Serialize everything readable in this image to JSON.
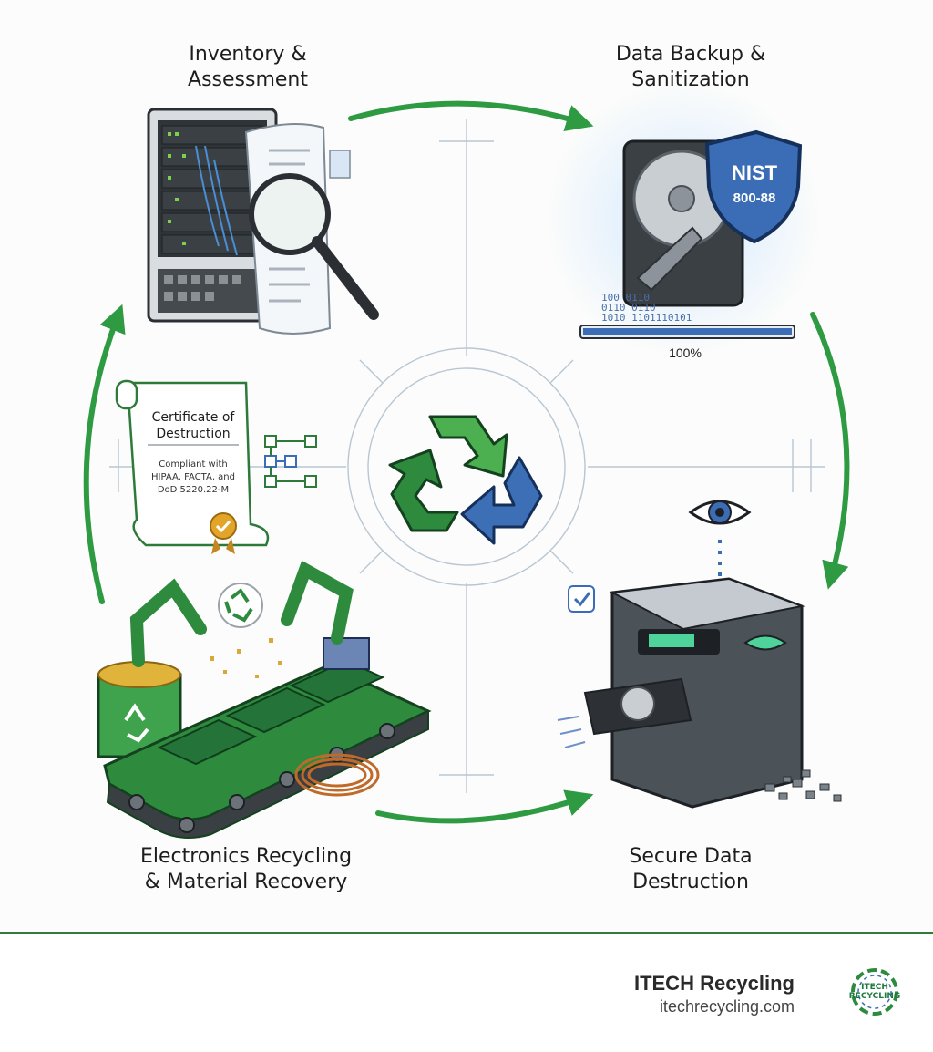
{
  "steps": [
    {
      "line1": "Inventory &",
      "line2": "Assessment"
    },
    {
      "line1": "Data Backup &",
      "line2": "Sanitization"
    },
    {
      "line1": "Secure Data",
      "line2": "Destruction"
    },
    {
      "line1": "Electronics Recycling",
      "line2": "& Material Recovery"
    }
  ],
  "shield_text": {
    "line1": "NIST",
    "line2": "800-88"
  },
  "progress": {
    "value": 1.0,
    "label": "100%"
  },
  "binary": {
    "line1": "100      0110",
    "line2": "0110     0110",
    "line3": "1010 1101110101"
  },
  "certificate": {
    "title_line1": "Certificate of",
    "title_line2": "Destruction",
    "body_line1": "Compliant with",
    "body_line2": "HIPAA, FACTA, and",
    "body_line3": "DoD 5220.22-M"
  },
  "brand": {
    "name": "ITECH Recycling",
    "url": "itechrecycling.com",
    "logo_line1": "ITECH",
    "logo_line2": "RECYCLING"
  },
  "colors": {
    "green": "#2e8b3e",
    "blue": "#3a6db5",
    "dark_green": "#1d6b2c"
  }
}
